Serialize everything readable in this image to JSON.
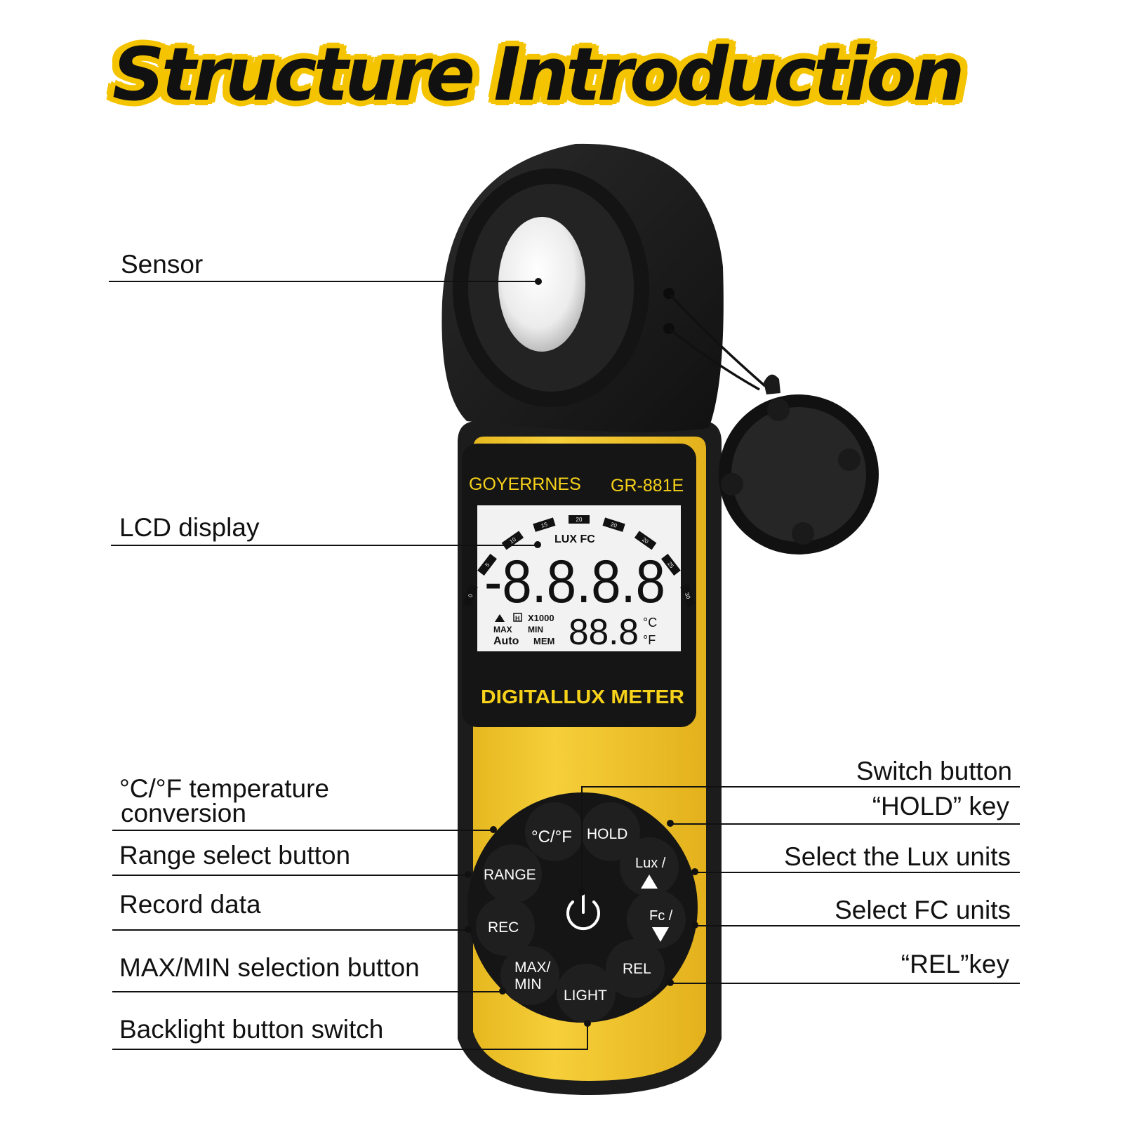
{
  "title": "Structure Introduction",
  "device": {
    "brand": "GOYERRNES",
    "model": "GR-881E",
    "product_name": "DIGITALLUX METER",
    "lcd": {
      "units_top": "LUX FC",
      "scale_ticks": [
        "0",
        "5",
        "10",
        "15",
        "20",
        "20",
        "20",
        "25",
        "30"
      ],
      "main_reading": "-8.8.8.8",
      "sub_reading": "88.8",
      "hold_icon": "H",
      "multiplier": "X1000",
      "max": "MAX",
      "min": "MIN",
      "auto": "Auto",
      "mem": "MEM",
      "celsius": "°C",
      "fahrenheit": "°F"
    },
    "keypad": {
      "temp": "°C/°F",
      "hold": "HOLD",
      "lux": "Lux /",
      "range": "RANGE",
      "fc": "Fc /",
      "rec": "REC",
      "max_min_1": "MAX/",
      "max_min_2": "MIN",
      "rel": "REL",
      "light": "LIGHT"
    }
  },
  "callouts": {
    "sensor": "Sensor",
    "lcd_display": "LCD display",
    "temp_conversion_1": "°C/°F temperature",
    "temp_conversion_2": "conversion",
    "range_select": "Range select button",
    "record_data": "Record data",
    "max_min": "MAX/MIN selection button",
    "backlight": "Backlight button switch",
    "switch_button": "Switch button",
    "hold_key": "“HOLD” key",
    "lux_units": "Select the Lux units",
    "fc_units": "Select FC units",
    "rel_key": "“REL”key"
  },
  "colors": {
    "accent_yellow": "#f5c400",
    "body_yellow": "#f3c62e",
    "rubber_black": "#1c1c1c",
    "lcd_bg": "#f2f2f2",
    "label_yellow": "#f7d21a"
  }
}
